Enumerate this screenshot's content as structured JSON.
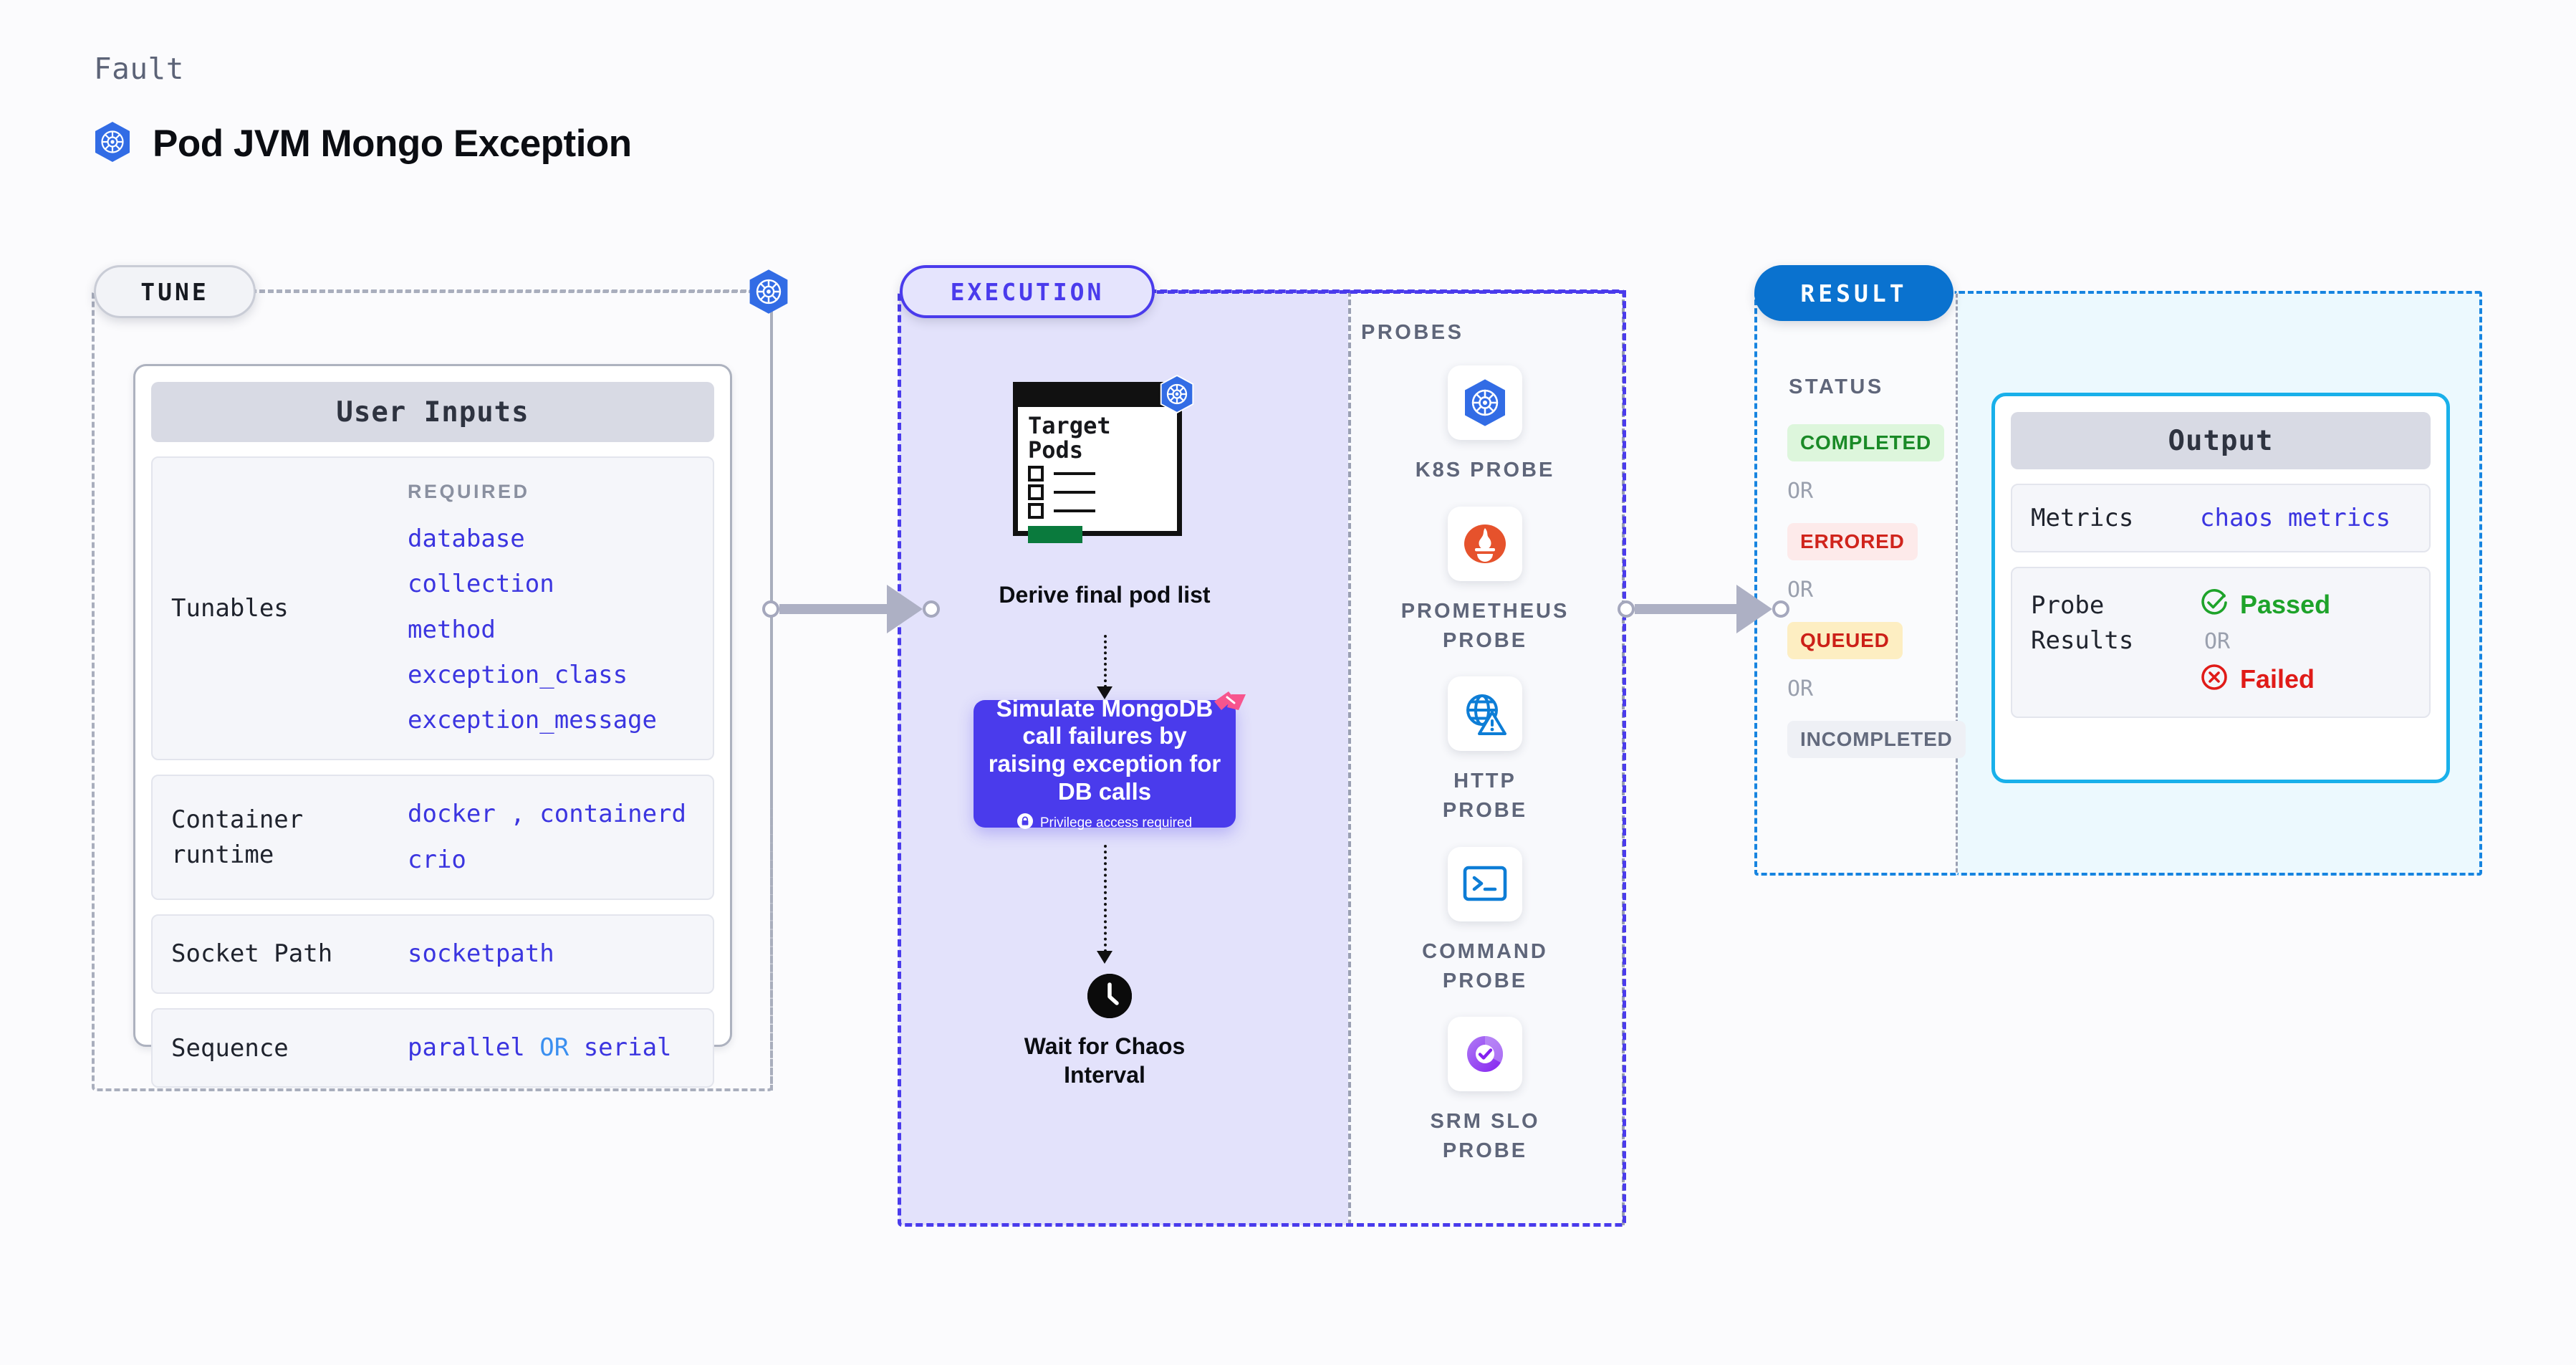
{
  "header": {
    "eyebrow": "Fault",
    "title": "Pod JVM Mongo Exception",
    "icon": "kubernetes-icon"
  },
  "tune": {
    "pill_label": "TUNE",
    "badge_icon": "kubernetes-icon",
    "card_title": "User Inputs",
    "rows": [
      {
        "label": "Tunables",
        "required_label": "REQUIRED",
        "values": [
          "database",
          "collection",
          "method",
          "exception_class",
          "exception_message"
        ]
      },
      {
        "label": "Container runtime",
        "values": [
          "docker",
          "containerd",
          "crio"
        ],
        "separator": ","
      },
      {
        "label": "Socket Path",
        "values": [
          "socketpath"
        ]
      },
      {
        "label": "Sequence",
        "values": [
          "parallel",
          "serial"
        ],
        "separator": "OR"
      }
    ]
  },
  "execution": {
    "pill_label": "EXECUTION",
    "pods_card": {
      "title_line1": "Target",
      "title_line2": "Pods",
      "icon": "kubernetes-icon",
      "checkbox_count": 3
    },
    "pods_caption": "Derive final pod list",
    "action": {
      "text": "Simulate MongoDB call failures by raising exception for DB calls",
      "privilege_note": "Privilege access required",
      "privilege_icon": "lock-icon",
      "corner_icon": "harness-ribbon-icon",
      "color": "#4a3bec"
    },
    "wait": {
      "icon": "clock-icon",
      "caption_line1": "Wait for Chaos",
      "caption_line2": "Interval"
    },
    "probes_title": "PROBES",
    "probes": [
      {
        "label": "K8S PROBE",
        "icon": "kubernetes-icon"
      },
      {
        "label": "PROMETHEUS PROBE",
        "icon": "prometheus-icon"
      },
      {
        "label": "HTTP PROBE",
        "icon": "globe-warning-icon"
      },
      {
        "label": "COMMAND PROBE",
        "icon": "terminal-icon"
      },
      {
        "label": "SRM SLO PROBE",
        "icon": "srm-slo-icon"
      }
    ]
  },
  "result": {
    "pill_label": "RESULT",
    "status_title": "STATUS",
    "or_label": "OR",
    "statuses": [
      {
        "label": "COMPLETED",
        "text_color": "#1a8a27",
        "bg_color": "#ddf6dc"
      },
      {
        "label": "ERRORED",
        "text_color": "#d0241c",
        "bg_color": "#fdeaea"
      },
      {
        "label": "QUEUED",
        "text_color": "#cc2018",
        "bg_color": "#fdeec2"
      },
      {
        "label": "INCOMPLETED",
        "text_color": "#636a7d",
        "bg_color": "#eef0f5"
      }
    ],
    "output": {
      "card_title": "Output",
      "metrics_label": "Metrics",
      "metrics_value": "chaos metrics",
      "probe_results_label": "Probe Results",
      "passed_label": "Passed",
      "passed_icon": "check-circle-icon",
      "failed_label": "Failed",
      "failed_icon": "x-circle-icon",
      "or_label": "OR",
      "accent_color": "#19b0ea"
    }
  }
}
